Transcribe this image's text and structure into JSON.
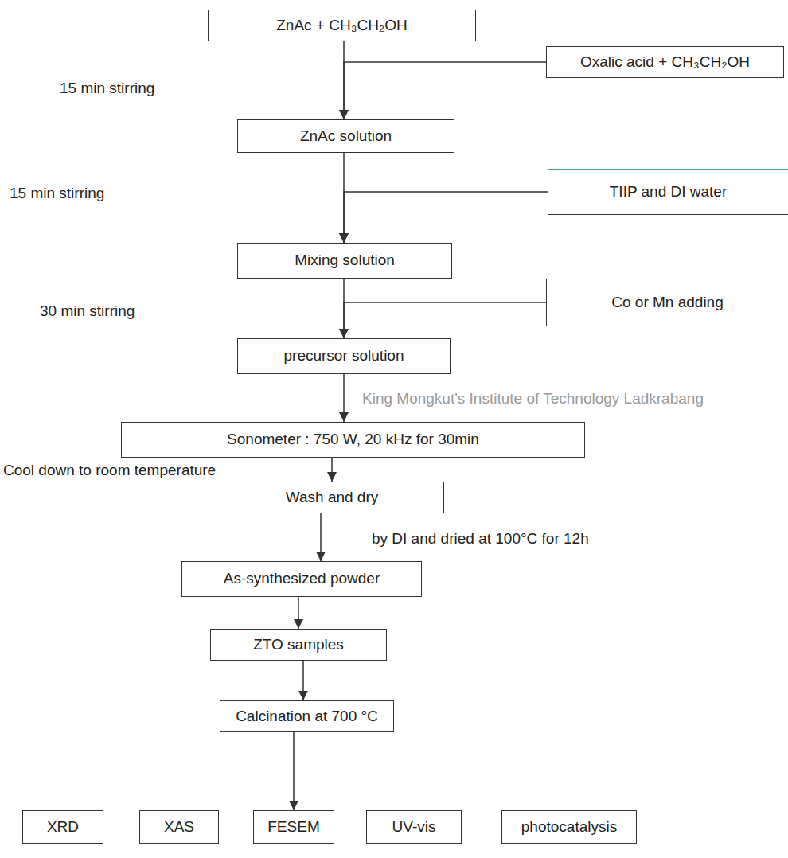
{
  "diagram": {
    "nodes": [
      {
        "text": [
          "ZnAc + CH₃CH₂OH"
        ]
      },
      {
        "text": [
          "Oxalic acid + CH₃CH₂OH"
        ]
      },
      {
        "text": [
          "ZnAc solution"
        ]
      },
      {
        "text": [
          "TIIP and DI water"
        ]
      },
      {
        "text": [
          "Mixing solution"
        ]
      },
      {
        "text": [
          "Co or Mn adding"
        ]
      },
      {
        "text": [
          "precursor solution"
        ]
      },
      {
        "text": [
          "Sonometer : 750 W, 20 kHz for 30min"
        ]
      },
      {
        "text": [
          "Wash and dry"
        ]
      },
      {
        "text": [
          "As-synthesized powder"
        ]
      },
      {
        "text": [
          "ZTO samples"
        ]
      },
      {
        "text": [
          "Calcination at 700 °C"
        ]
      },
      {
        "text": [
          "XRD"
        ]
      },
      {
        "text": [
          "XAS"
        ]
      },
      {
        "text": [
          "FESEM"
        ]
      },
      {
        "text": [
          "UV-vis"
        ]
      },
      {
        "text": [
          "photocatalysis"
        ]
      }
    ],
    "edges": [
      {
        "from": 0,
        "to": 2,
        "arrow": "to"
      },
      {
        "from": 1,
        "to": 2,
        "arrow": "to"
      },
      {
        "from": 2,
        "to": 4,
        "arrow": "to"
      },
      {
        "from": 3,
        "to": 4,
        "arrow": "to"
      },
      {
        "from": 4,
        "to": 6,
        "arrow": "to"
      },
      {
        "from": 5,
        "to": 6,
        "arrow": "to"
      },
      {
        "from": 6,
        "to": 7,
        "arrow": "to"
      },
      {
        "from": 7,
        "to": 8,
        "arrow": "to"
      },
      {
        "from": 8,
        "to": 9,
        "arrow": "to"
      },
      {
        "from": 9,
        "to": 10,
        "arrow": "to"
      },
      {
        "from": 10,
        "to": 11,
        "arrow": "to"
      },
      {
        "from": 11,
        "to": 14,
        "arrow": "to"
      }
    ],
    "labels": [
      "15 min stirring",
      "15 min stirring",
      "30 min stirring",
      "Cool down to room temperature",
      "by DI and dried at 100°C for 12h",
      "King Mongkut's Institute of Technology Ladkrabang"
    ]
  }
}
